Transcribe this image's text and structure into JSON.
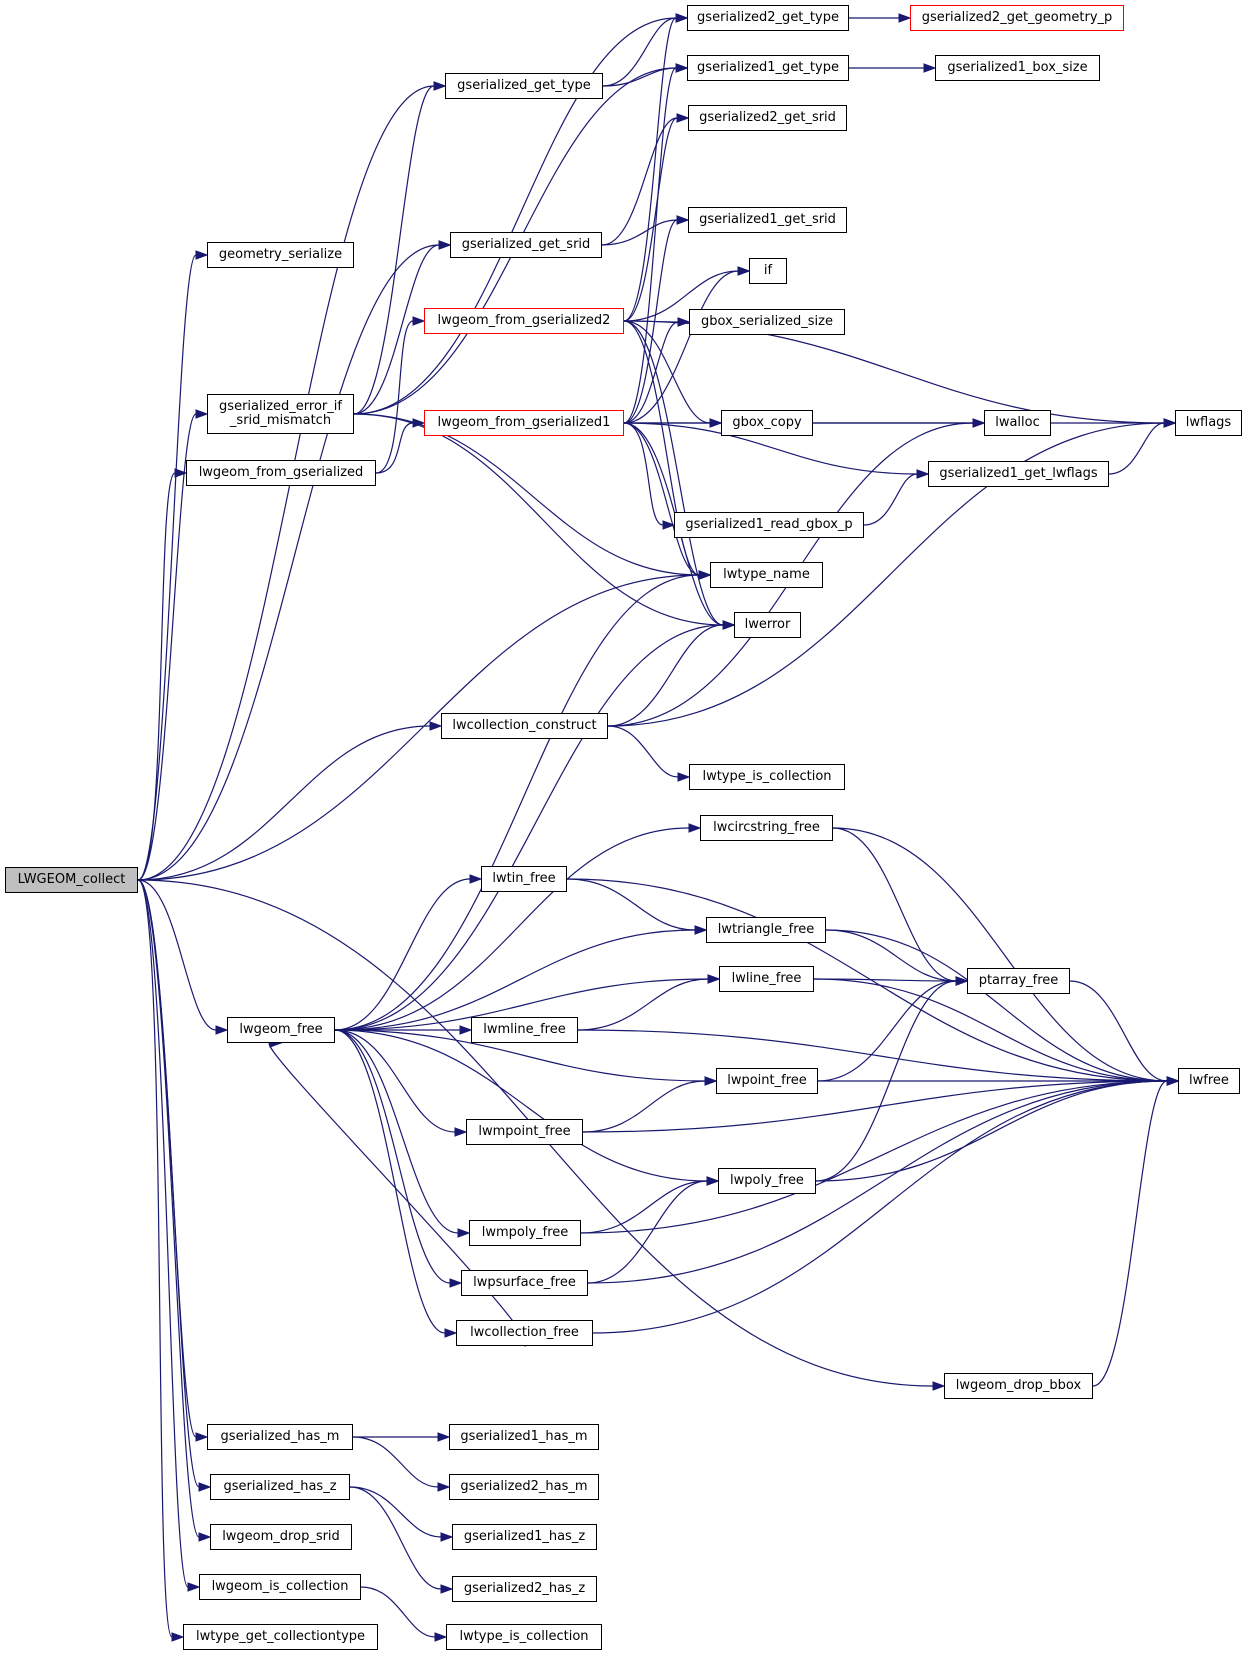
{
  "colors": {
    "edge": "#191970",
    "border": "#000000",
    "root_fill": "#bfbfbf",
    "truncated_border": "#ff0000"
  },
  "nodes": {
    "LWGEOM_collect": "LWGEOM_collect",
    "geometry_serialize": "geometry_serialize",
    "gserialized_error_if_srid_mismatch": "gserialized_error_if\n_srid_mismatch",
    "lwgeom_from_gserialized": "lwgeom_from_gserialized",
    "lwgeom_free": "lwgeom_free",
    "gserialized_has_m": "gserialized_has_m",
    "gserialized_has_z": "gserialized_has_z",
    "lwgeom_drop_srid": "lwgeom_drop_srid",
    "lwgeom_is_collection": "lwgeom_is_collection",
    "lwtype_get_collectiontype": "lwtype_get_collectiontype",
    "gserialized_get_type": "gserialized_get_type",
    "gserialized_get_srid": "gserialized_get_srid",
    "lwgeom_from_gserialized2": "lwgeom_from_gserialized2",
    "lwgeom_from_gserialized1": "lwgeom_from_gserialized1",
    "lwcollection_construct": "lwcollection_construct",
    "lwtin_free": "lwtin_free",
    "lwmline_free": "lwmline_free",
    "lwmpoint_free": "lwmpoint_free",
    "lwmpoly_free": "lwmpoly_free",
    "lwpsurface_free": "lwpsurface_free",
    "lwcollection_free": "lwcollection_free",
    "gserialized1_has_m": "gserialized1_has_m",
    "gserialized2_has_m": "gserialized2_has_m",
    "gserialized1_has_z": "gserialized1_has_z",
    "gserialized2_has_z": "gserialized2_has_z",
    "lwtype_is_collection_b": "lwtype_is_collection",
    "gserialized2_get_type": "gserialized2_get_type",
    "gserialized1_get_type": "gserialized1_get_type",
    "gserialized2_get_srid": "gserialized2_get_srid",
    "gserialized1_get_srid": "gserialized1_get_srid",
    "if": "if",
    "gbox_serialized_size": "gbox_serialized_size",
    "gbox_copy": "gbox_copy",
    "gserialized1_read_gbox_p": "gserialized1_read_gbox_p",
    "lwtype_name": "lwtype_name",
    "lwerror": "lwerror",
    "lwtype_is_collection_a": "lwtype_is_collection",
    "lwcircstring_free": "lwcircstring_free",
    "lwtriangle_free": "lwtriangle_free",
    "lwline_free": "lwline_free",
    "lwpoint_free": "lwpoint_free",
    "lwpoly_free": "lwpoly_free",
    "gserialized2_get_geometry_p": "gserialized2_get_geometry_p",
    "gserialized1_box_size": "gserialized1_box_size",
    "lwalloc": "lwalloc",
    "gserialized1_get_lwflags": "gserialized1_get_lwflags",
    "ptarray_free": "ptarray_free",
    "lwgeom_drop_bbox": "lwgeom_drop_bbox",
    "lwflags": "lwflags",
    "lwfree": "lwfree"
  },
  "truncated": [
    "lwgeom_from_gserialized2",
    "lwgeom_from_gserialized1",
    "gserialized2_get_geometry_p"
  ],
  "edges": [
    [
      "LWGEOM_collect",
      "geometry_serialize"
    ],
    [
      "LWGEOM_collect",
      "gserialized_error_if_srid_mismatch"
    ],
    [
      "LWGEOM_collect",
      "lwgeom_from_gserialized"
    ],
    [
      "LWGEOM_collect",
      "lwgeom_free"
    ],
    [
      "LWGEOM_collect",
      "gserialized_has_m"
    ],
    [
      "LWGEOM_collect",
      "gserialized_has_z"
    ],
    [
      "LWGEOM_collect",
      "lwgeom_drop_srid"
    ],
    [
      "LWGEOM_collect",
      "lwgeom_is_collection"
    ],
    [
      "LWGEOM_collect",
      "lwtype_get_collectiontype"
    ],
    [
      "LWGEOM_collect",
      "lwcollection_construct"
    ],
    [
      "LWGEOM_collect",
      "lwtype_name"
    ],
    [
      "LWGEOM_collect",
      "lwgeom_drop_bbox"
    ],
    [
      "LWGEOM_collect",
      "gserialized_get_type"
    ],
    [
      "LWGEOM_collect",
      "gserialized_get_srid"
    ],
    [
      "gserialized_error_if_srid_mismatch",
      "gserialized_get_type"
    ],
    [
      "gserialized_error_if_srid_mismatch",
      "gserialized_get_srid"
    ],
    [
      "gserialized_error_if_srid_mismatch",
      "lwtype_name"
    ],
    [
      "gserialized_error_if_srid_mismatch",
      "lwerror"
    ],
    [
      "gserialized_error_if_srid_mismatch",
      "gserialized2_get_type"
    ],
    [
      "gserialized_error_if_srid_mismatch",
      "gserialized1_get_type"
    ],
    [
      "lwgeom_from_gserialized",
      "lwgeom_from_gserialized1"
    ],
    [
      "lwgeom_from_gserialized",
      "lwgeom_from_gserialized2"
    ],
    [
      "gserialized_get_type",
      "gserialized2_get_type"
    ],
    [
      "gserialized_get_type",
      "gserialized1_get_type"
    ],
    [
      "gserialized_get_srid",
      "gserialized2_get_srid"
    ],
    [
      "gserialized_get_srid",
      "gserialized1_get_srid"
    ],
    [
      "lwgeom_from_gserialized2",
      "gserialized2_get_type"
    ],
    [
      "lwgeom_from_gserialized2",
      "gserialized2_get_srid"
    ],
    [
      "lwgeom_from_gserialized2",
      "if"
    ],
    [
      "lwgeom_from_gserialized2",
      "gbox_serialized_size"
    ],
    [
      "lwgeom_from_gserialized2",
      "gbox_copy"
    ],
    [
      "lwgeom_from_gserialized2",
      "lwtype_name"
    ],
    [
      "lwgeom_from_gserialized2",
      "lwerror"
    ],
    [
      "lwgeom_from_gserialized2",
      "lwflags"
    ],
    [
      "lwgeom_from_gserialized1",
      "gserialized1_get_type"
    ],
    [
      "lwgeom_from_gserialized1",
      "gserialized1_get_srid"
    ],
    [
      "lwgeom_from_gserialized1",
      "if"
    ],
    [
      "lwgeom_from_gserialized1",
      "gbox_serialized_size"
    ],
    [
      "lwgeom_from_gserialized1",
      "gbox_copy"
    ],
    [
      "lwgeom_from_gserialized1",
      "gserialized1_get_lwflags"
    ],
    [
      "lwgeom_from_gserialized1",
      "gserialized1_read_gbox_p"
    ],
    [
      "lwgeom_from_gserialized1",
      "lwtype_name"
    ],
    [
      "lwgeom_from_gserialized1",
      "lwerror"
    ],
    [
      "lwgeom_from_gserialized1",
      "lwflags"
    ],
    [
      "gserialized2_get_type",
      "gserialized2_get_geometry_p"
    ],
    [
      "gserialized1_get_type",
      "gserialized1_box_size"
    ],
    [
      "gbox_copy",
      "lwalloc"
    ],
    [
      "gserialized1_read_gbox_p",
      "gserialized1_get_lwflags"
    ],
    [
      "gserialized1_get_lwflags",
      "lwflags"
    ],
    [
      "lwcollection_construct",
      "lwerror"
    ],
    [
      "lwcollection_construct",
      "lwalloc"
    ],
    [
      "lwcollection_construct",
      "lwflags"
    ],
    [
      "lwcollection_construct",
      "lwtype_is_collection_a"
    ],
    [
      "lwgeom_free",
      "lwtype_name"
    ],
    [
      "lwgeom_free",
      "lwerror"
    ],
    [
      "lwgeom_free",
      "lwcircstring_free"
    ],
    [
      "lwgeom_free",
      "lwtin_free"
    ],
    [
      "lwgeom_free",
      "lwtriangle_free"
    ],
    [
      "lwgeom_free",
      "lwline_free"
    ],
    [
      "lwgeom_free",
      "lwmline_free"
    ],
    [
      "lwgeom_free",
      "lwpoint_free"
    ],
    [
      "lwgeom_free",
      "lwmpoint_free"
    ],
    [
      "lwgeom_free",
      "lwpoly_free"
    ],
    [
      "lwgeom_free",
      "lwmpoly_free"
    ],
    [
      "lwgeom_free",
      "lwpsurface_free"
    ],
    [
      "lwgeom_free",
      "lwcollection_free"
    ],
    [
      "lwtin_free",
      "lwtriangle_free"
    ],
    [
      "lwtin_free",
      "lwfree"
    ],
    [
      "lwmline_free",
      "lwline_free"
    ],
    [
      "lwmline_free",
      "lwfree"
    ],
    [
      "lwmpoint_free",
      "lwpoint_free"
    ],
    [
      "lwmpoint_free",
      "lwfree"
    ],
    [
      "lwmpoly_free",
      "lwpoly_free"
    ],
    [
      "lwmpoly_free",
      "lwfree"
    ],
    [
      "lwpsurface_free",
      "lwpoly_free"
    ],
    [
      "lwpsurface_free",
      "lwfree"
    ],
    [
      "lwcollection_free",
      "lwgeom_free"
    ],
    [
      "lwcollection_free",
      "lwfree"
    ],
    [
      "lwcircstring_free",
      "ptarray_free"
    ],
    [
      "lwcircstring_free",
      "lwfree"
    ],
    [
      "lwtriangle_free",
      "ptarray_free"
    ],
    [
      "lwtriangle_free",
      "lwfree"
    ],
    [
      "lwline_free",
      "ptarray_free"
    ],
    [
      "lwline_free",
      "lwfree"
    ],
    [
      "lwpoint_free",
      "ptarray_free"
    ],
    [
      "lwpoint_free",
      "lwfree"
    ],
    [
      "lwpoly_free",
      "ptarray_free"
    ],
    [
      "lwpoly_free",
      "lwfree"
    ],
    [
      "ptarray_free",
      "lwfree"
    ],
    [
      "lwgeom_drop_bbox",
      "lwfree"
    ],
    [
      "gserialized_has_m",
      "gserialized1_has_m"
    ],
    [
      "gserialized_has_m",
      "gserialized2_has_m"
    ],
    [
      "gserialized_has_z",
      "gserialized1_has_z"
    ],
    [
      "gserialized_has_z",
      "gserialized2_has_z"
    ],
    [
      "lwgeom_is_collection",
      "lwtype_is_collection_b"
    ]
  ]
}
